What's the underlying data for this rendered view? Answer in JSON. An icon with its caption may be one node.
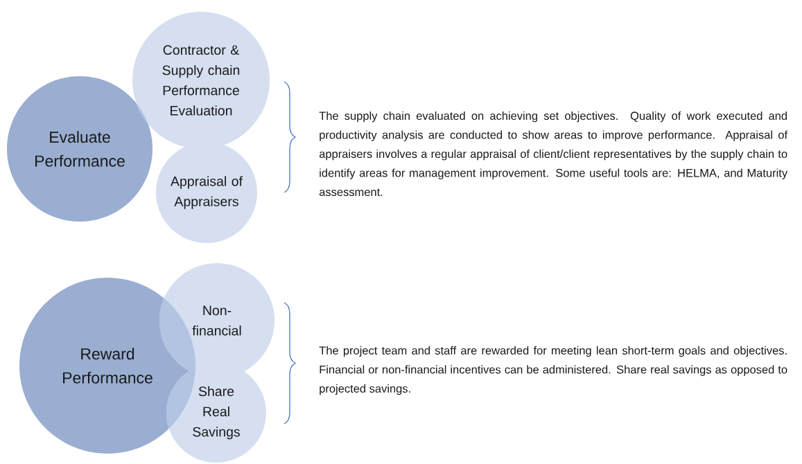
{
  "diagram": {
    "nodes": [
      {
        "text": [
          "Evaluate Performance"
        ]
      },
      {
        "text": [
          "Contractor & Supply chain Performance Evaluation"
        ]
      },
      {
        "text": [
          "Appraisal of Appraisers"
        ]
      },
      {
        "text": [
          "Reward Performance"
        ]
      },
      {
        "text": [
          "Non-financial"
        ]
      },
      {
        "text": [
          "Share Real Savings"
        ]
      }
    ],
    "labels": [
      "The supply chain evaluated on achieving set objectives. Quality of work executed and productivity analysis are conducted to show areas to improve performance. Appraisal of appraisers involves a regular appraisal of client/client representatives by the supply chain to identify areas for management improvement. Some useful tools are: HELMA, and Maturity assessment.",
      "The project team and staff are rewarded for meeting lean short-term goals and objectives. Financial or non-financial incentives can be administered. Share real savings as opposed to projected savings."
    ]
  }
}
